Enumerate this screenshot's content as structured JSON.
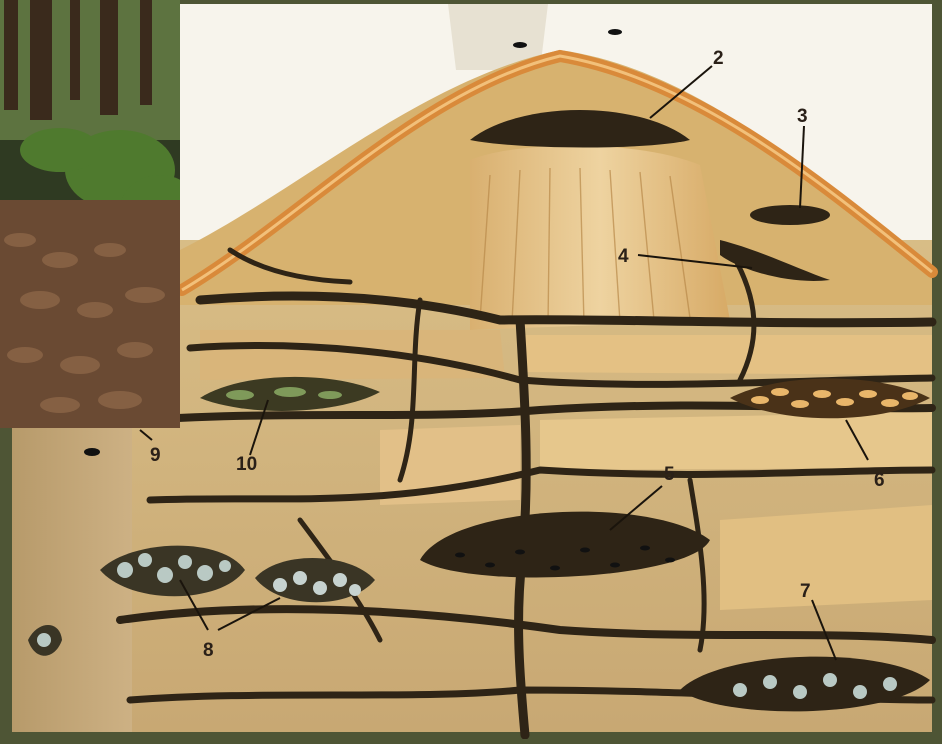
{
  "labels": {
    "l2": "2",
    "l3": "3",
    "l4": "4",
    "l5": "5",
    "l6": "6",
    "l7": "7",
    "l8": "8",
    "l9": "9",
    "l10": "10"
  },
  "colors": {
    "frame": "#4e5535",
    "wood_light": "#e8c98a",
    "wood_mid": "#d7ad6a",
    "soil": "#c9ae7c",
    "tunnel": "#2e2416",
    "bark_band": "#d98a3a",
    "sky": "#f7f4ec",
    "leaf_litter": "#6a4a33",
    "larvae": "#e9b66a",
    "fungus": "#b9c9c4"
  }
}
